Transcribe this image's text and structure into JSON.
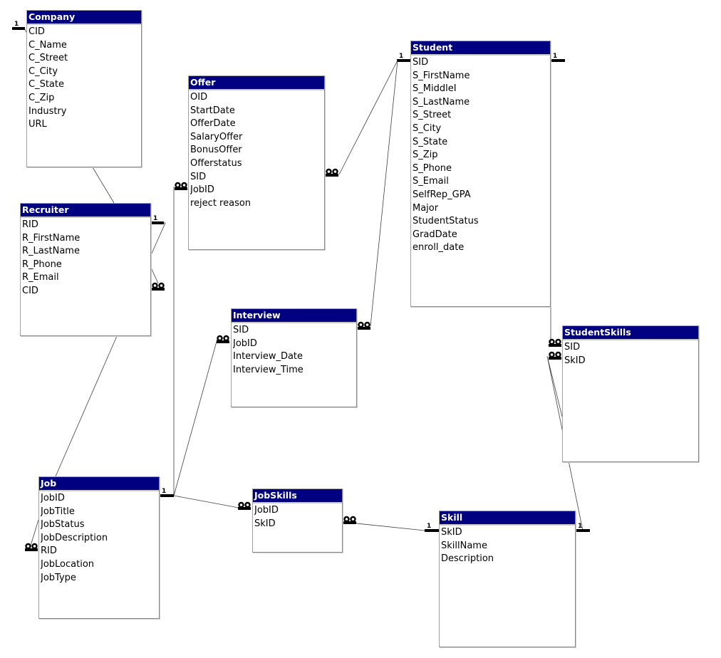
{
  "tables": [
    {
      "id": "company",
      "name": "Company",
      "fields": [
        "CID",
        "C_Name",
        "C_Street",
        "C_City",
        "C_State",
        "C_Zip",
        "Industry",
        "URL"
      ]
    },
    {
      "id": "offer",
      "name": "Offer",
      "fields": [
        "OID",
        "StartDate",
        "OfferDate",
        "SalaryOffer",
        "BonusOffer",
        "Offerstatus",
        "SID",
        "JobID",
        "reject reason"
      ]
    },
    {
      "id": "student",
      "name": "Student",
      "fields": [
        "SID",
        "S_FirstName",
        "S_MiddleI",
        "S_LastName",
        "S_Street",
        "S_City",
        "S_State",
        "S_Zip",
        "S_Phone",
        "S_Email",
        "SelfRep_GPA",
        "Major",
        "StudentStatus",
        "GradDate",
        "enroll_date"
      ]
    },
    {
      "id": "recruiter",
      "name": "Recruiter",
      "fields": [
        "RID",
        "R_FirstName",
        "R_LastName",
        "R_Phone",
        "R_Email",
        "CID"
      ]
    },
    {
      "id": "interview",
      "name": "Interview",
      "fields": [
        "SID",
        "JobID",
        "Interview_Date",
        "Interview_Time"
      ]
    },
    {
      "id": "studentskills",
      "name": "StudentSkills",
      "fields": [
        "SID",
        "SkID"
      ]
    },
    {
      "id": "job",
      "name": "Job",
      "fields": [
        "JobID",
        "JobTitle",
        "JobStatus",
        "JobDescription",
        "RID",
        "JobLocation",
        "JobType"
      ]
    },
    {
      "id": "jobskills",
      "name": "JobSkills",
      "fields": [
        "JobID",
        "SkID"
      ]
    },
    {
      "id": "skill",
      "name": "Skill",
      "fields": [
        "SkID",
        "SkillName",
        "Description"
      ]
    }
  ],
  "relationship_labels": {
    "one": "1"
  }
}
